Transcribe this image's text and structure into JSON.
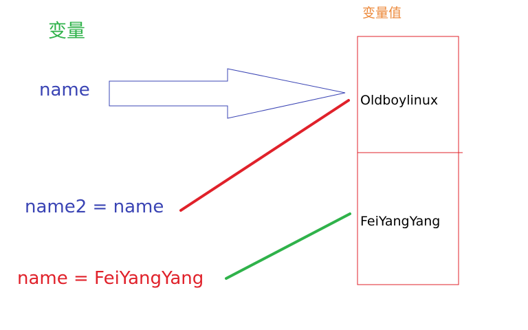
{
  "labels": {
    "variable_heading": "变量",
    "value_heading": "变量值",
    "name": "name",
    "name2_assign": "name2 = name",
    "name_reassign": "name = FeiYangYang"
  },
  "values": {
    "first": "Oldboylinux",
    "second": "FeiYangYang"
  },
  "colors": {
    "variable_heading": "#2fb24a",
    "value_heading": "#ec8a3c",
    "variable_text": "#3a44b4",
    "reassign_text": "#e0212a",
    "arrow_outline": "#3a44b4",
    "box_outline": "#e0212a",
    "red_link": "#e0212a",
    "green_link": "#2fb24a"
  }
}
